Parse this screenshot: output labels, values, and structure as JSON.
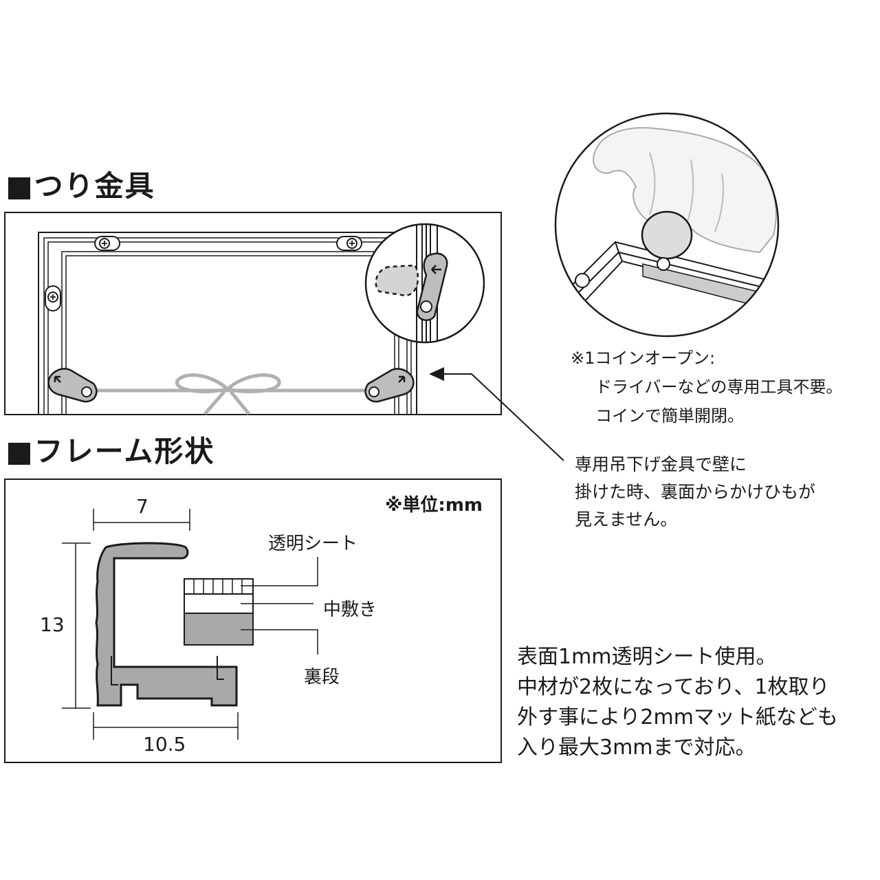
{
  "sections": {
    "hanging_hardware": {
      "title": "■つり金具"
    },
    "frame_shape": {
      "title": "■フレーム形状",
      "unit": "※単位:mm"
    }
  },
  "coin_open": {
    "lines": [
      "※1コインオープン:",
      "ドライバーなどの専用工具不要。",
      "コインで簡単開閉。"
    ]
  },
  "hook_note": {
    "lines": [
      "専用吊下げ金具で壁に",
      "掛けた時、裏面からかけひもが",
      "見えません。"
    ]
  },
  "cross_section": {
    "labels": {
      "clear_sheet": "透明シート",
      "middle_board": "中敷き",
      "back_step": "裏段"
    },
    "dimensions": {
      "top_width": "7",
      "height": "13",
      "bottom_width": "10.5"
    }
  },
  "description": {
    "lines": [
      "表面1mm透明シート使用。",
      "中材が2枚になっており、1枚取り",
      "外す事により2mmマット紙なども",
      "入り最大3mmまで対応。"
    ]
  },
  "colors": {
    "line": "#1a1a1a",
    "metal": "#bdbdbd",
    "back_fill": "#a9a9a9",
    "string": "#b0b0b0",
    "skin": "#f4f4f4"
  }
}
